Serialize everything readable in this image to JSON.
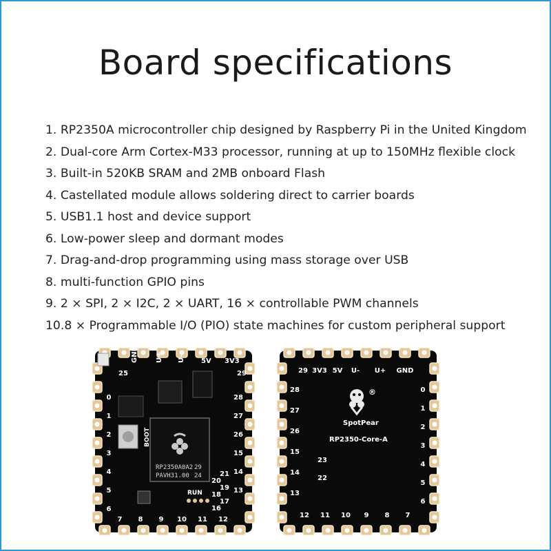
{
  "title": "Board specifications",
  "specs": [
    "1. RP2350A microcontroller chip designed by Raspberry Pi in the United Kingdom",
    "2. Dual-core Arm Cortex-M33 processor, running at up to 150MHz flexible clock",
    "3.  Built-in 520KB SRAM and 2MB onboard Flash",
    "4. Castellated module allows soldering direct to carrier boards",
    "5. USB1.1 host and device support",
    "6. Low-power sleep and dormant modes",
    "7. Drag-and-drop programming using mass storage over USB",
    "8. multi-function GPIO pins",
    "9. 2 × SPI, 2 × I2C, 2 × UART, 16 × controllable PWM channels",
    "10.8 × Programmable I/O (PIO) state machines for custom peripheral support"
  ],
  "front_board": {
    "top_labels": [
      "GND",
      "U+",
      "U-",
      "5V",
      "3V3"
    ],
    "pin_25": "25",
    "pin_29": "29",
    "left_pins": [
      "0",
      "1",
      "2",
      "3",
      "4",
      "5",
      "6"
    ],
    "right_pins": [
      "28",
      "27",
      "26",
      "15",
      "14",
      "13"
    ],
    "bottom_pins": [
      "7",
      "8",
      "9",
      "10",
      "11",
      "12"
    ],
    "inner_pins": [
      "16",
      "17",
      "18",
      "19",
      "20",
      "21"
    ],
    "boot_label": "BOOT",
    "run_label": "RUN",
    "chip_line1": "RP2350A0A2",
    "chip_line2": "PAVH31.00",
    "chip_num1": "29",
    "chip_num2": "24"
  },
  "back_board": {
    "top_labels": [
      "29",
      "3V3",
      "5V",
      "U-",
      "U+",
      "GND"
    ],
    "left_pins": [
      "28",
      "27",
      "26",
      "15",
      "14",
      "13"
    ],
    "right_pins": [
      "0",
      "1",
      "2",
      "3",
      "4",
      "5",
      "6"
    ],
    "bottom_pins": [
      "12",
      "11",
      "10",
      "9",
      "8",
      "7"
    ],
    "inner_pins": [
      "23",
      "22"
    ],
    "brand": "SpotPear",
    "model": "RP2350-Core-A",
    "registered_mark": "®"
  },
  "colors": {
    "border": "#2f98dd",
    "pcb": "#0a0a0a",
    "pad": "#e6c79a"
  }
}
